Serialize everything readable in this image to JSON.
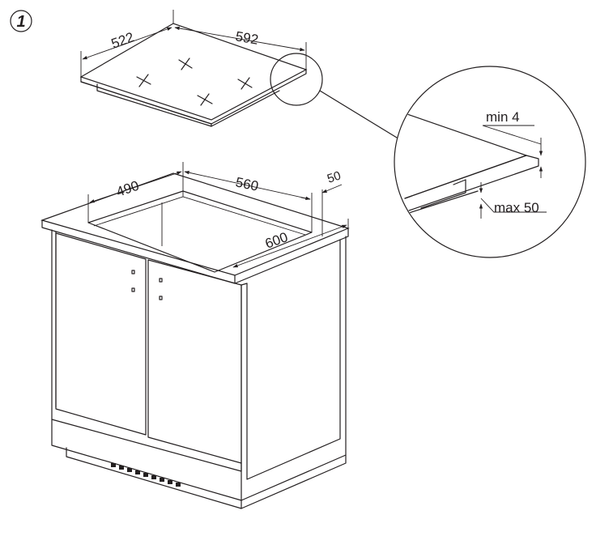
{
  "figure": {
    "step_number": "1"
  },
  "hob": {
    "depth_label": "522",
    "width_label": "592"
  },
  "cabinet": {
    "cutout_depth_label": "490",
    "cutout_width_label": "560",
    "back_clearance_label": "50",
    "worktop_depth_label": "600"
  },
  "detail": {
    "min_gap_label": "min 4",
    "max_thickness_label": "max 50"
  },
  "colors": {
    "line": "#231f20",
    "background": "#ffffff"
  }
}
